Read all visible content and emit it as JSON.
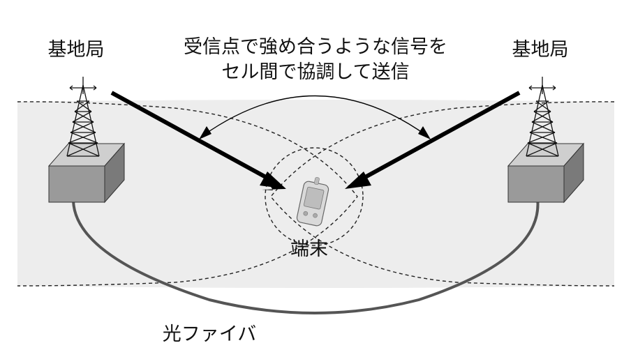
{
  "labels": {
    "base_station_left": "基地局",
    "base_station_right": "基地局",
    "caption_line1": "受信点で強め合うような信号を",
    "caption_line2": "セル間で協調して送信",
    "terminal": "端末",
    "optical_fiber": "光ファイバ"
  },
  "colors": {
    "cell_fill": "#ededed",
    "box_front": "#9a9a9a",
    "box_top": "#cfcfcf",
    "box_side": "#7a7a7a",
    "fiber": "#555555",
    "arrow": "#000000",
    "dashed": "#222222"
  },
  "icons": {
    "left_tower": "antenna-tower-icon",
    "right_tower": "antenna-tower-icon",
    "terminal": "pda-phone-icon"
  }
}
